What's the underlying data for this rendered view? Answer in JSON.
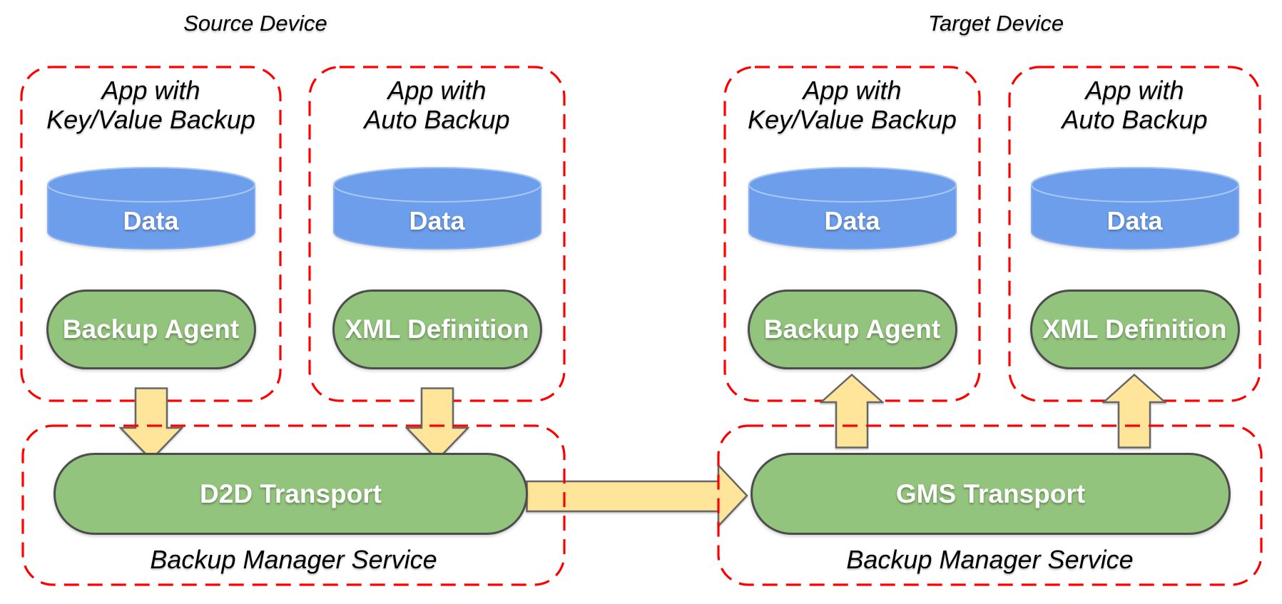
{
  "diagram": {
    "source": {
      "title": "Source Device",
      "apps": [
        {
          "label_line1": "App with",
          "label_line2": "Key/Value Backup",
          "data_label": "Data",
          "component_label": "Backup Agent"
        },
        {
          "label_line1": "App with",
          "label_line2": "Auto Backup",
          "data_label": "Data",
          "component_label": "XML Definition"
        }
      ],
      "service": {
        "transport_label": "D2D Transport",
        "service_label": "Backup Manager Service"
      }
    },
    "target": {
      "title": "Target Device",
      "apps": [
        {
          "label_line1": "App with",
          "label_line2": "Key/Value Backup",
          "data_label": "Data",
          "component_label": "Backup Agent"
        },
        {
          "label_line1": "App with",
          "label_line2": "Auto Backup",
          "data_label": "Data",
          "component_label": "XML Definition"
        }
      ],
      "service": {
        "transport_label": "GMS Transport",
        "service_label": "Backup Manager Service"
      }
    },
    "colors": {
      "dashed_box_stroke": "#ff0000",
      "cylinder_fill": "#6d9eeb",
      "cylinder_highlight": "#a9c6f5",
      "component_fill": "#93c47d",
      "component_border": "#4d4d4d",
      "arrow_fill": "#ffe599",
      "arrow_border": "#666666",
      "label_text": "#000000",
      "shape_text": "#ffffff"
    }
  }
}
